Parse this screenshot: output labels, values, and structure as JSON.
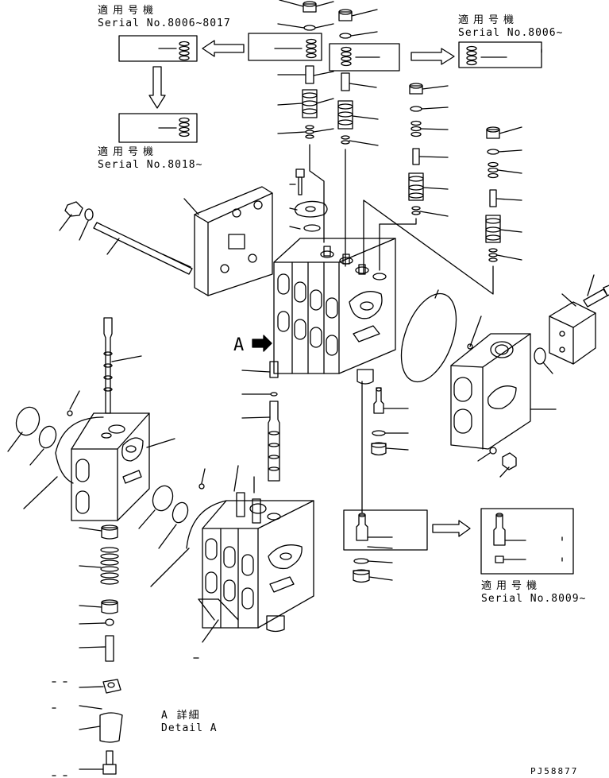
{
  "notes": {
    "serial_8006_8017": {
      "jp": "適用号機",
      "en": "Serial No.8006~8017"
    },
    "serial_8006": {
      "jp": "適用号機",
      "en": "Serial No.8006~"
    },
    "serial_8018": {
      "jp": "適用号機",
      "en": "Serial No.8018~"
    },
    "serial_8009": {
      "jp": "適用号機",
      "en": "Serial No.8009~"
    }
  },
  "view_arrow_label": "A",
  "detail": {
    "jp": "A 詳細",
    "en": "Detail A"
  },
  "figure_code": "PJ58877"
}
